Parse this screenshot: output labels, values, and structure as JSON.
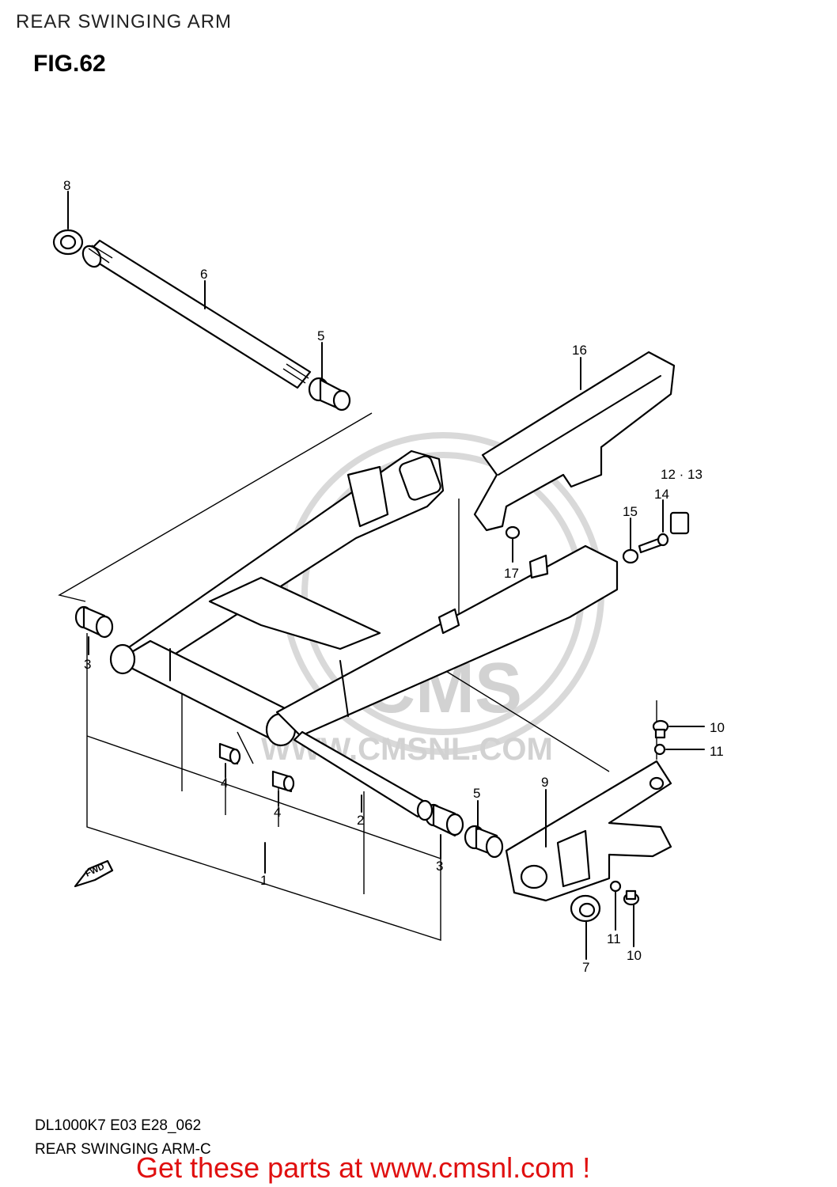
{
  "header": {
    "title": "REAR SWINGING ARM",
    "figure": "FIG.62"
  },
  "diagram": {
    "watermark": "WWW.CMSNL.COM",
    "watermark_logo": "CMS",
    "direction_badge": "FWD",
    "callouts": [
      {
        "id": "c8",
        "label": "8"
      },
      {
        "id": "c6",
        "label": "6"
      },
      {
        "id": "c5a",
        "label": "5"
      },
      {
        "id": "c16",
        "label": "16"
      },
      {
        "id": "c1213",
        "label": "12 · 13"
      },
      {
        "id": "c14",
        "label": "14"
      },
      {
        "id": "c15",
        "label": "15"
      },
      {
        "id": "c17",
        "label": "17"
      },
      {
        "id": "c3a",
        "label": "3"
      },
      {
        "id": "c10a",
        "label": "10"
      },
      {
        "id": "c11a",
        "label": "11"
      },
      {
        "id": "c4a",
        "label": "4"
      },
      {
        "id": "c4b",
        "label": "4"
      },
      {
        "id": "c2",
        "label": "2"
      },
      {
        "id": "c5b",
        "label": "5"
      },
      {
        "id": "c9",
        "label": "9"
      },
      {
        "id": "c1",
        "label": "1"
      },
      {
        "id": "c3b",
        "label": "3"
      },
      {
        "id": "c11b",
        "label": "11"
      },
      {
        "id": "c10b",
        "label": "10"
      },
      {
        "id": "c7",
        "label": "7"
      }
    ]
  },
  "footer": {
    "model_code": "DL1000K7 E03 E28_062",
    "diagram_name": "REAR SWINGING ARM-C",
    "cta": "Get these parts at www.cmsnl.com !"
  }
}
